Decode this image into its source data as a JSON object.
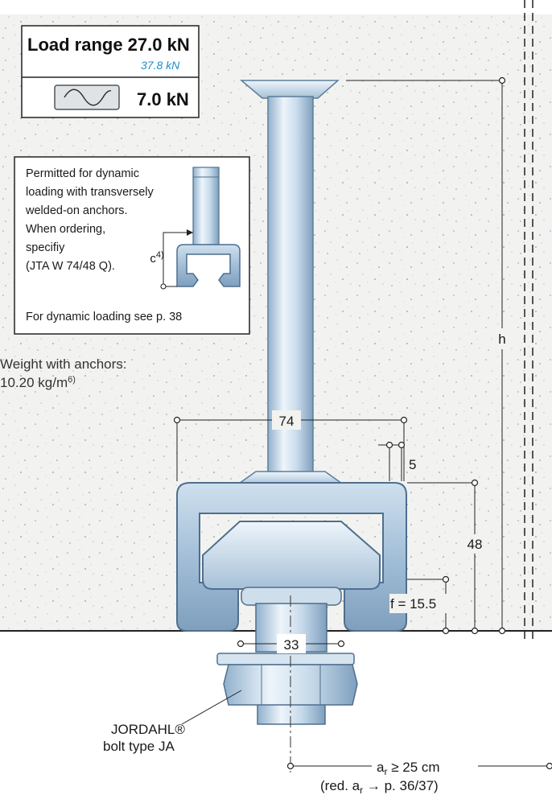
{
  "load_box": {
    "title": "Load range 27.0 kN",
    "alt_load": "37.8 kN",
    "dynamic_load": "7.0 kN",
    "wave_icon": "sine-wave-icon"
  },
  "info_box": {
    "lines": [
      "Permitted for dynamic",
      "loading with transversely",
      "welded-on anchors.",
      "When ordering,",
      "specifiy",
      "(JTA W 74/48 Q)."
    ],
    "footnote": "For dynamic loading see p. 38",
    "c_label": "c",
    "c_sup": "4)"
  },
  "weight": {
    "line1": "Weight with anchors:",
    "line2": "10.20 kg/m",
    "sup": "6)"
  },
  "dimensions": {
    "width": "74",
    "lip": "5",
    "height": "48",
    "f": "f = 15.5",
    "h": "h",
    "slot": "33",
    "ar": "a",
    "ar_sub": "r",
    "ar_suffix": " ≥ 25 cm",
    "red_prefix": "(red. a",
    "red_sub": "r",
    "red_suffix": " → p. 36/37)"
  },
  "bolt_label": {
    "line1": "JORDAHL®",
    "line2": "bolt type JA"
  },
  "colors": {
    "concrete": "#f0f1ee",
    "steel_light": "#dde9f3",
    "steel_mid": "#a9c4db",
    "steel_dark": "#6f8fab",
    "accent_blue": "#1e8ecb",
    "ink": "#1a1a1a"
  }
}
